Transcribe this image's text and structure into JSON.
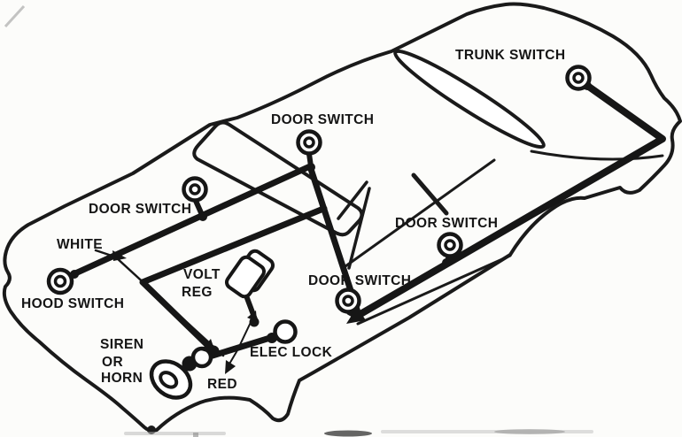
{
  "diagram": {
    "type": "car-alarm-wiring-diagram",
    "labels": {
      "trunk_switch": "TRUNK SWITCH",
      "door_switch_top": "DOOR SWITCH",
      "door_switch_left": "DOOR SWITCH",
      "door_switch_right": "DOOR SWITCH",
      "door_switch_bottom": "DOOR SWITCH",
      "hood_switch": "HOOD SWITCH",
      "elec_lock": "ELEC LOCK",
      "volt_reg": {
        "line1": "VOLT",
        "line2": "REG"
      },
      "siren_or_horn": {
        "line1": "SIREN",
        "line2": "OR",
        "line3": "HORN"
      },
      "wire_white": "WHITE",
      "wire_red": "RED"
    },
    "components": [
      "HOOD SWITCH",
      "DOOR SWITCH",
      "DOOR SWITCH",
      "DOOR SWITCH",
      "DOOR SWITCH",
      "TRUNK SWITCH",
      "VOLT REG",
      "SIREN OR HORN",
      "ELEC LOCK"
    ],
    "wire_labels": [
      "WHITE",
      "RED"
    ]
  },
  "colors": {
    "ink": "#1a1a1a",
    "paper": "#fcfcfa"
  }
}
